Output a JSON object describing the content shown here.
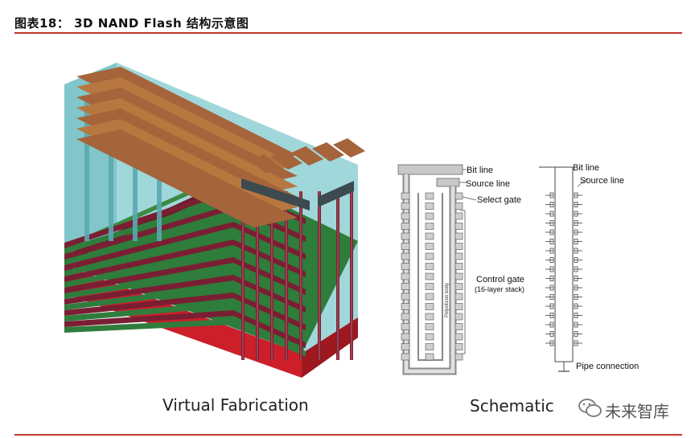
{
  "header": {
    "title": "图表18： 3D NAND Flash 结构示意图"
  },
  "figure": {
    "left_caption": "Virtual Fabrication",
    "right_caption": "Schematic",
    "schematic_labels": {
      "bit_line_left": "Bit line",
      "source_line_left": "Source line",
      "select_gate": "Select gate",
      "control_gate": "Control gate",
      "control_gate_sub": "(16-layer stack)",
      "polysilicon_body": "Polysilicon body",
      "bit_line_right": "Bit line",
      "source_line_right": "Source line",
      "pipe_connection": "Pipe connection"
    }
  },
  "watermark": {
    "text": "未来智库",
    "icon": "wechat-icon"
  },
  "colors": {
    "accent_rule": "#c0392b"
  }
}
